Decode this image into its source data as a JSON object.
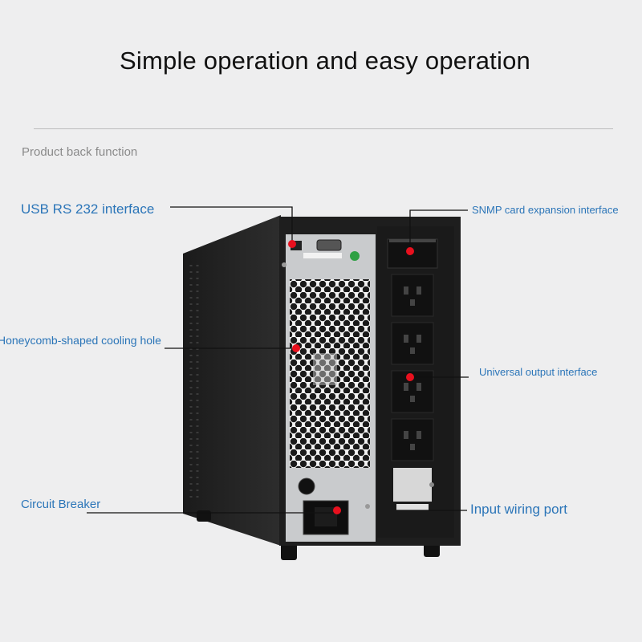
{
  "header": {
    "title": "Simple operation and easy operation",
    "subtitle": "Product back function"
  },
  "callouts": {
    "usb": "USB RS 232 interface",
    "snmp": "SNMP card expansion interface",
    "cooling": "Honeycomb-shaped cooling hole",
    "universal_output": "Universal output interface",
    "circuit_breaker": "Circuit Breaker",
    "input_port": "Input wiring port"
  },
  "colors": {
    "callout_text": "#2b75b8",
    "marker": "#e8101e",
    "background": "#eeeeef"
  }
}
